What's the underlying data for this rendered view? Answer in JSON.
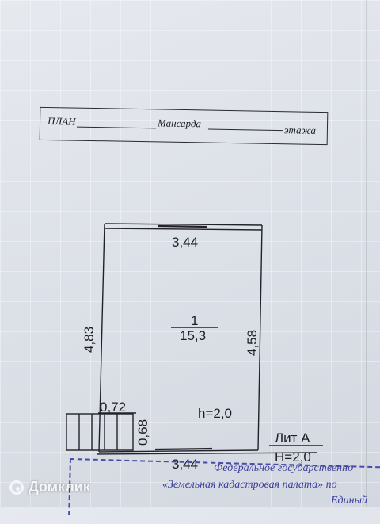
{
  "title_block": {
    "plan_label": "ПЛАН",
    "floor_name": "Мансарда",
    "suffix": "этажа"
  },
  "floor_plan": {
    "top_width": "3,44",
    "bottom_width": "3,44",
    "left_height": "4,83",
    "right_height": "4,58",
    "room_number": "1",
    "room_area": "15,3",
    "ceiling_height": "h=2,0",
    "stair_width": "0,72",
    "stair_depth": "0,68",
    "liter_label": "Лит А",
    "liter_height": "H=2,0"
  },
  "stamp": {
    "line1": "Федеральное государственно",
    "line2": "«Земельная кадастровая палата» по",
    "line3": "Единый"
  },
  "watermark": {
    "brand": "Домклик"
  },
  "colors": {
    "paper": "#dde1e8",
    "ink": "#1e1e26",
    "stamp_ink": "#3b3f9e"
  }
}
